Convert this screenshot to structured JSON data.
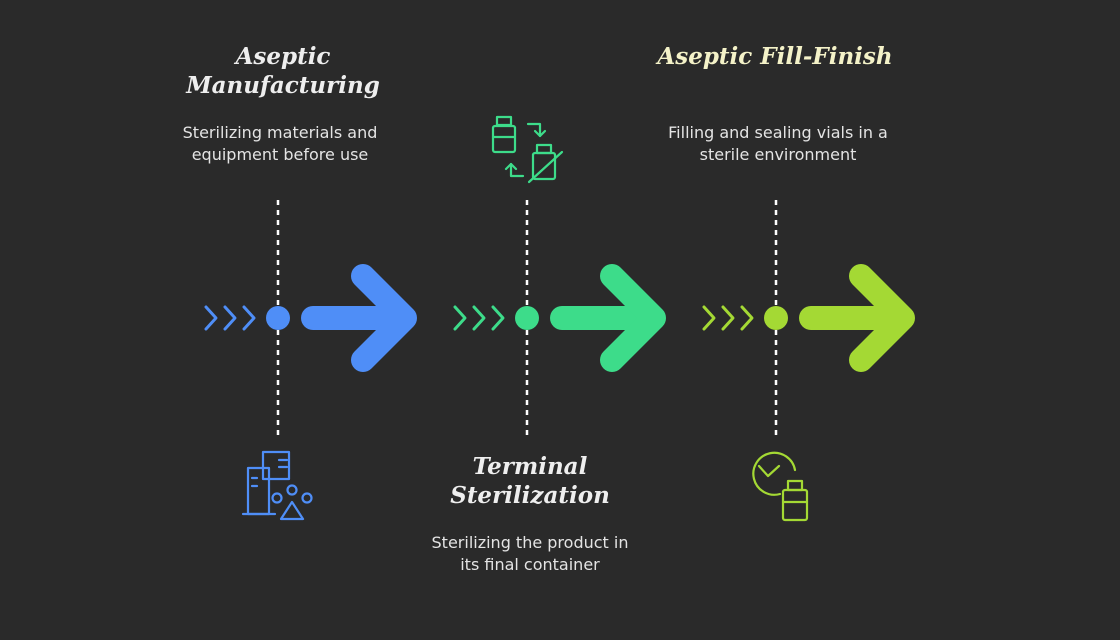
{
  "steps": [
    {
      "title": "Aseptic Manufacturing",
      "description": "Sterilizing materials and equipment before use",
      "color": "#4f8ef7",
      "icon": "building-and-particles-icon"
    },
    {
      "title": "Terminal Sterilization",
      "description": "Sterilizing the product in its final container",
      "color": "#3ddc8a",
      "icon": "container-cycle-sterilize-icon"
    },
    {
      "title": "Aseptic Fill-Finish",
      "description": "Filling and sealing vials in a sterile environment",
      "color": "#a4d934",
      "icon": "clock-and-vial-icon"
    }
  ]
}
